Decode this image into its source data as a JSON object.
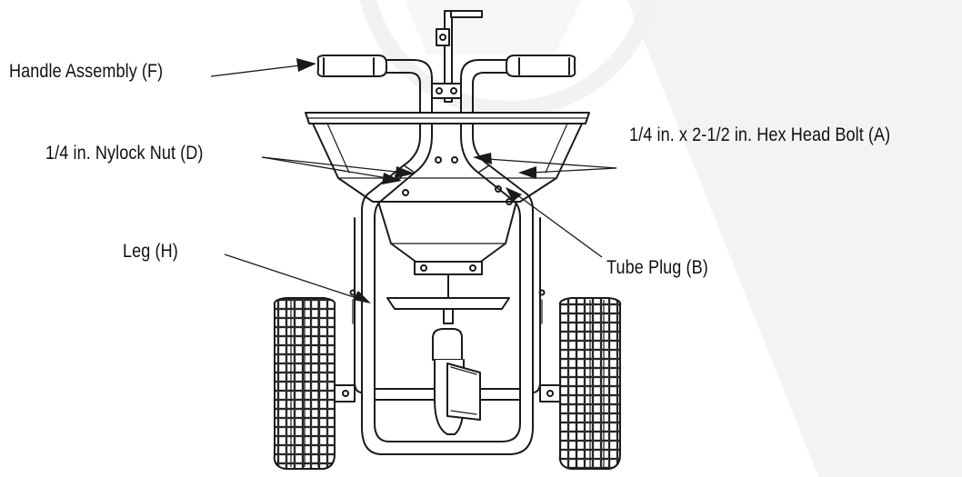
{
  "diagram": {
    "callouts": {
      "handle_assembly": "Handle Assembly (F)",
      "hex_head_bolt": "1/4 in. x 2-1/2 in. Hex Head Bolt (A)",
      "nylock_nut": "1/4 in.  Nylock Nut (D)",
      "leg": "Leg (H)",
      "tube_plug": "Tube Plug (B)"
    },
    "colors": {
      "line": "#1a1a1a",
      "watermark": "#f1f1f1",
      "text": "#111111"
    }
  }
}
